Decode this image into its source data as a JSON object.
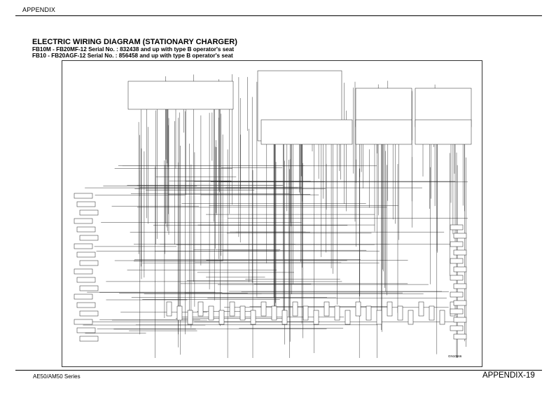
{
  "header": {
    "section": "APPENDIX"
  },
  "title": "ELECTRIC WIRING DIAGRAM (STATIONARY CHARGER)",
  "subtitles": [
    "FB10M - FB20MF-12 Serial No. : 832438 and up with type B operator's seat",
    "FB10 - FB20AGF-12 Serial No. : 856458 and up with type B operator's seat"
  ],
  "diagram": {
    "code": "GN10566"
  },
  "footer": {
    "series": "AE50/AM50 Series",
    "page": "APPENDIX-19"
  }
}
